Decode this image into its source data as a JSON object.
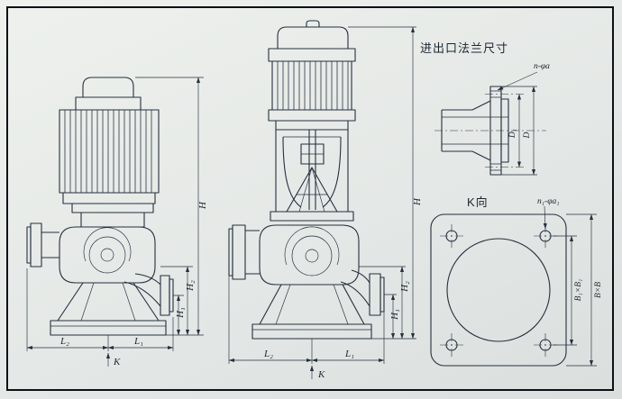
{
  "drawing": {
    "flange_detail": {
      "title": "进出口法兰尺寸",
      "bolt_hole_label": "n-φa",
      "bolt_circle_diameter": "D₁",
      "outer_diameter": "D"
    },
    "k_view": {
      "title": "K向",
      "bolt_hole_label": "n₁-φa₁",
      "bolt_spacing": "B₁×B₁",
      "base_size": "B×B"
    },
    "outline_view": {
      "height_total": "H",
      "height_inlet": "H₂",
      "height_outlet": "H₁",
      "length_left": "L₂",
      "length_right": "L₁",
      "view_direction": "K"
    },
    "section_view": {
      "height_total": "H",
      "height_inlet": "H₂",
      "height_outlet": "H₁",
      "length_left": "L₂",
      "length_right": "L₁",
      "view_direction": "K"
    }
  }
}
